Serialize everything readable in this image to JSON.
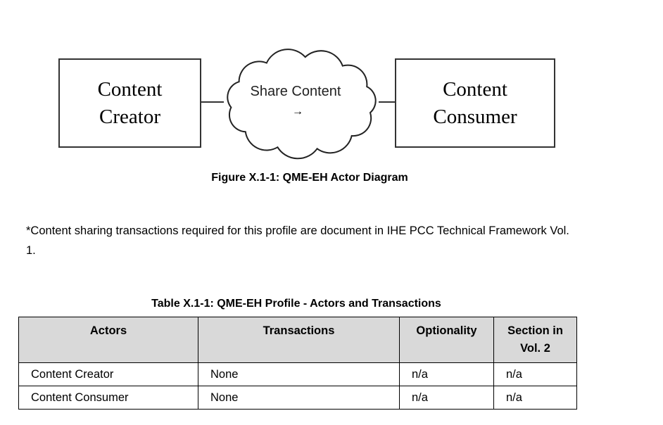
{
  "diagram": {
    "left_actor": [
      "Content",
      "Creator"
    ],
    "right_actor": [
      "Content",
      "Consumer"
    ],
    "cloud_label": "Share Content",
    "cloud_arrow": "→",
    "caption": "Figure X.1-1: QME-EH Actor Diagram"
  },
  "note": "*Content sharing transactions required for this profile are document in IHE PCC Technical Framework Vol. 1.",
  "table": {
    "caption": "Table X.1-1: QME-EH Profile - Actors and Transactions",
    "headers": [
      "Actors",
      "Transactions",
      "Optionality",
      "Section in Vol. 2"
    ],
    "rows": [
      [
        "Content Creator",
        "None",
        "n/a",
        "n/a"
      ],
      [
        "Content Consumer",
        "None",
        "n/a",
        "n/a"
      ]
    ]
  }
}
